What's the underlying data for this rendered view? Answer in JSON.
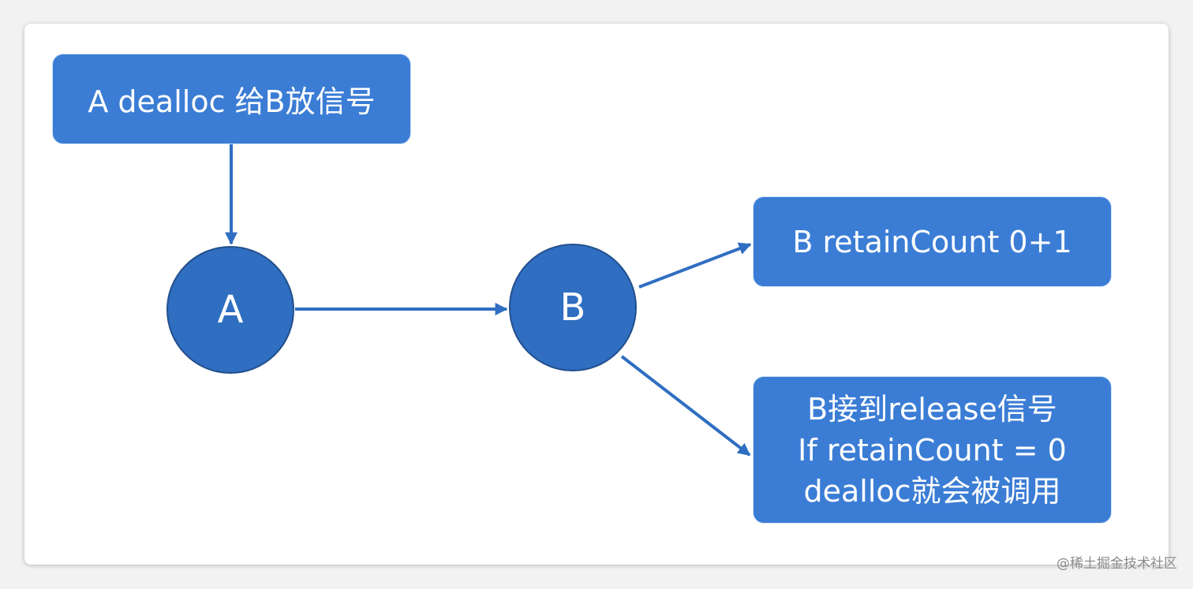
{
  "nodes": {
    "top_box_label": "A dealloc 给B放信号",
    "node_a_label": "A",
    "node_b_label": "B",
    "retain_box_label": "B retainCount 0+1",
    "release_box_lines": [
      "B接到release信号",
      "If retainCount = 0",
      "dealloc就会被调用"
    ]
  },
  "watermark": "@稀土掘金技术社区",
  "colors": {
    "box_fill": "#3b7dd5",
    "node_fill": "#2f6ec1",
    "edge": "#2f6ec1"
  }
}
